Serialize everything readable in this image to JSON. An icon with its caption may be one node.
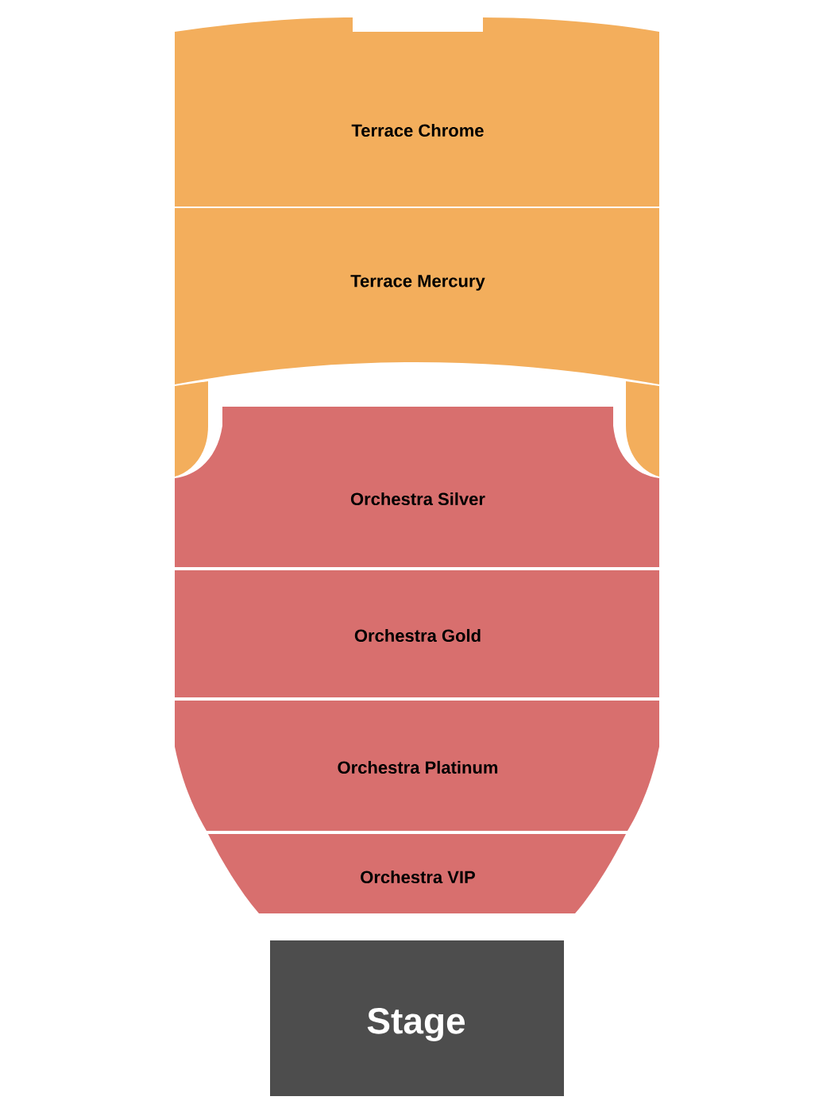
{
  "diagram": {
    "nodes": [
      {
        "text": [
          "Terrace Chrome"
        ]
      },
      {
        "text": [
          "Terrace Mercury"
        ]
      },
      {
        "text": [],
        "shape": "box"
      },
      {
        "text": [],
        "shape": "box"
      },
      {
        "text": [
          "Orchestra Silver"
        ]
      },
      {
        "text": [
          "Orchestra Gold"
        ]
      },
      {
        "text": [
          "Orchestra Platinum"
        ]
      },
      {
        "text": [
          "Orchestra VIP"
        ]
      },
      {
        "text": [
          "Stage"
        ]
      }
    ]
  }
}
